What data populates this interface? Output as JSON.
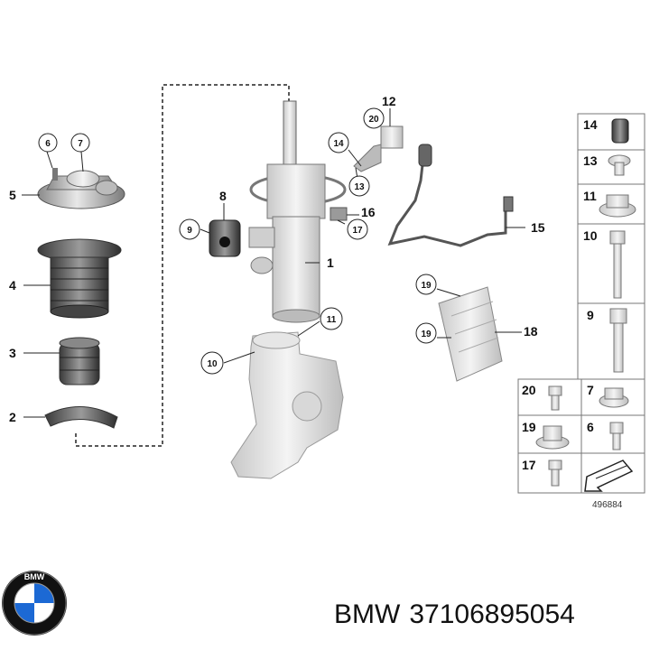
{
  "callouts": {
    "c1": "1",
    "c2": "2",
    "c3": "3",
    "c4": "4",
    "c5": "5",
    "c6": "6",
    "c7": "7",
    "c8": "8",
    "c9": "9",
    "c10": "10",
    "c11": "11",
    "c12": "12",
    "c13": "13",
    "c14": "14",
    "c15": "15",
    "c16": "16",
    "c17": "17",
    "c18": "18",
    "c19a": "19",
    "c19b": "19",
    "c20": "20"
  },
  "legend": {
    "r14": "14",
    "r13": "13",
    "r11": "11",
    "r10": "10",
    "r9": "9",
    "r20": "20",
    "r7": "7",
    "r19": "19",
    "r6": "6",
    "r17": "17"
  },
  "reference_number": "496884",
  "caption": {
    "brand": "BMW",
    "part_number": "37106895054"
  },
  "logo": {
    "text": "BMW",
    "blue": "#1c69d4"
  }
}
